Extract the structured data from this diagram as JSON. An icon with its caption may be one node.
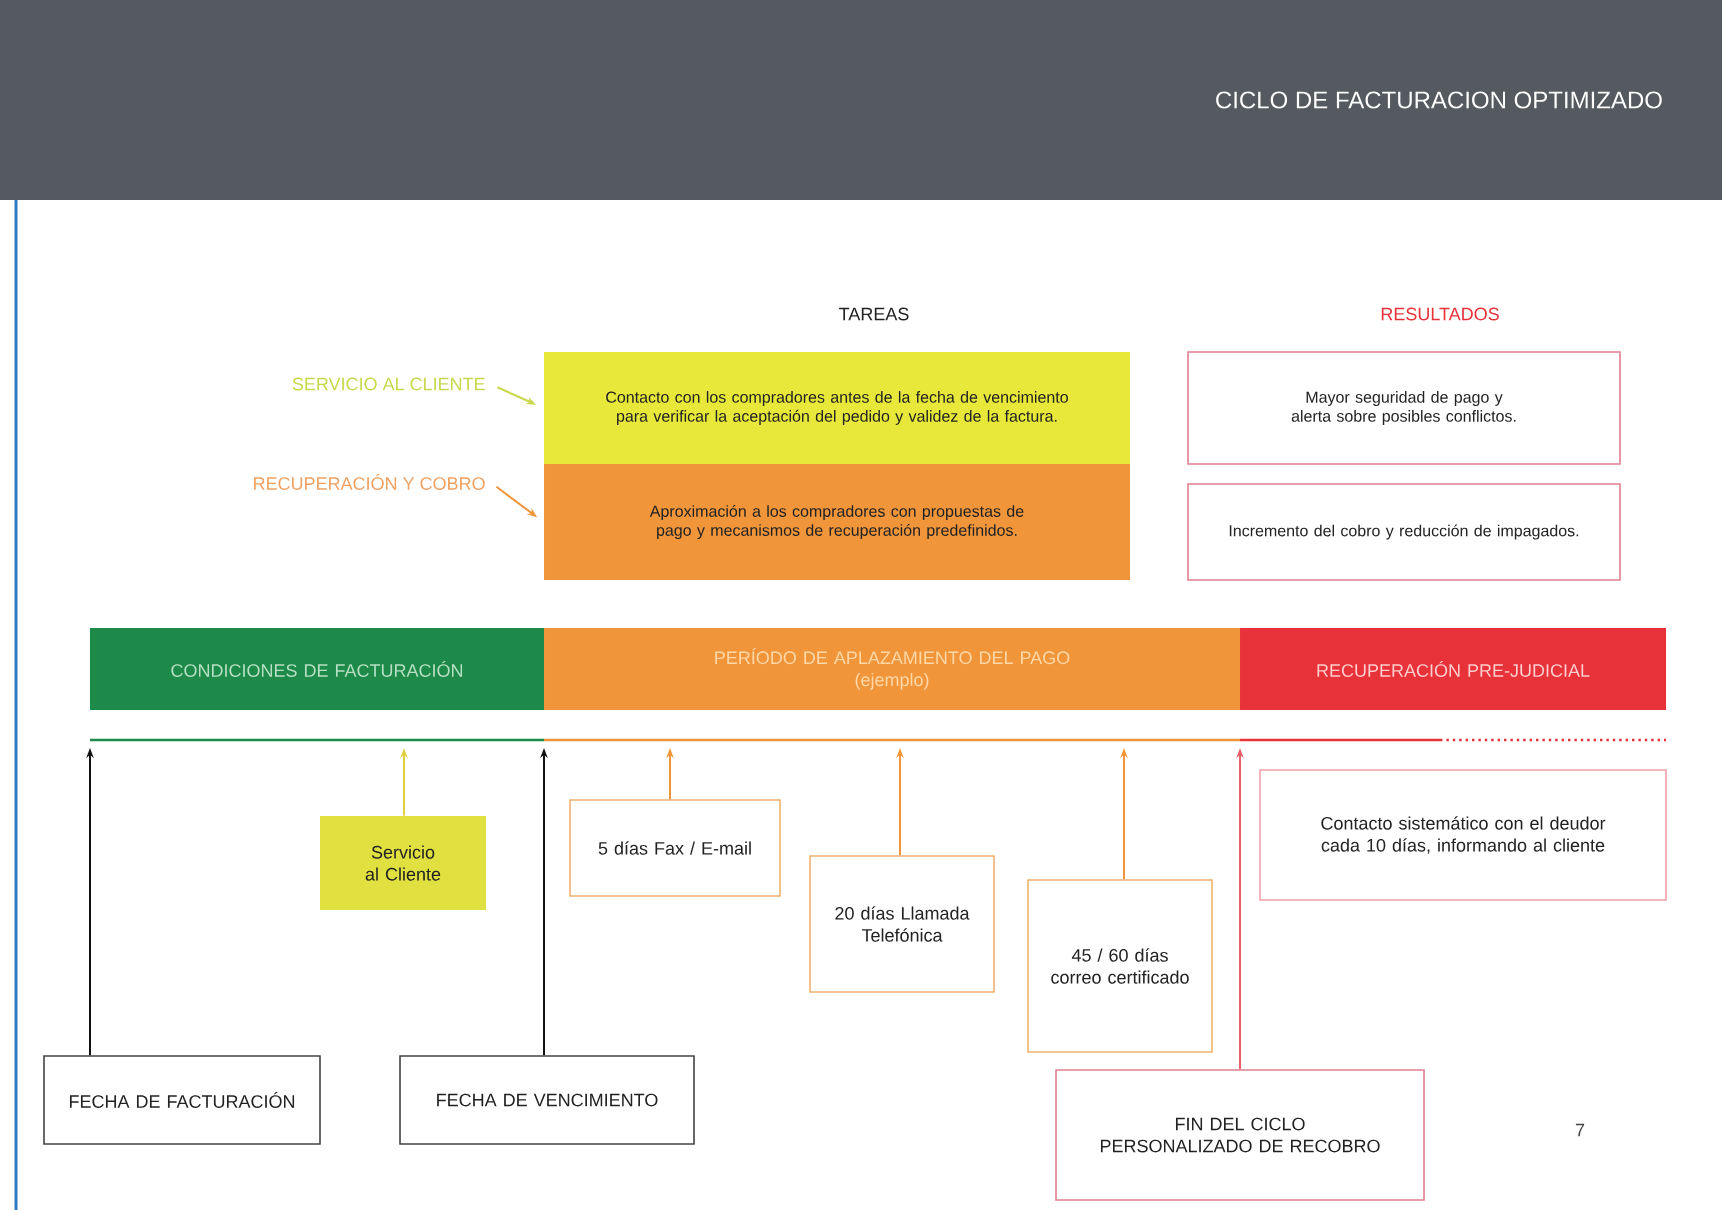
{
  "diagram": {
    "title": "CICLO DE FACTURACION OPTIMIZADO",
    "nodes": [
      {
        "text": [
          "SERVICIO AL CLIENTE"
        ]
      },
      {
        "text": [
          "RECUPERACIÓN Y COBRO"
        ]
      },
      {
        "text": [
          "Contacto con los compradores antes de la fecha de vencimiento para verificar la aceptación del pedido y validez de la factura."
        ]
      },
      {
        "text": [
          "Aproximación a los compradores con propuestas de pago y mecanismos de recuperación predefinidos."
        ]
      },
      {
        "text": [
          "Mayor seguridad de pago y alerta sobre posibles conflictos."
        ]
      },
      {
        "text": [
          "Incremento del cobro y reducción de impagados."
        ]
      },
      {
        "text": [
          "CONDICIONES DE FACTURACIÓN"
        ]
      },
      {
        "text": [
          "PERÍODO DE APLAZAMIENTO DEL PAGO",
          "(ejemplo)"
        ]
      },
      {
        "text": [
          "RECUPERACIÓN PRE-JUDICIAL"
        ]
      },
      {
        "text": [
          "Servicio al Cliente"
        ]
      },
      {
        "text": [
          "5 días Fax / E-mail"
        ]
      },
      {
        "text": [
          "20 días Llamada Telefónica"
        ]
      },
      {
        "text": [
          "45 / 60 días correo certificado"
        ]
      },
      {
        "text": [
          "Contacto sistemático con el deudor cada 10 días, informando al cliente"
        ]
      },
      {
        "text": [
          "FECHA DE FACTURACIÓN"
        ]
      },
      {
        "text": [
          "FECHA DE VENCIMIENTO"
        ]
      },
      {
        "text": [
          "FIN DEL CICLO PERSONALIZADO DE RECOBRO"
        ]
      }
    ],
    "edges": [
      {
        "from": 0,
        "to": 2,
        "arrow": "to",
        "color": "#c8d84a"
      },
      {
        "from": 1,
        "to": 3,
        "arrow": "to"
      },
      {
        "from": 9,
        "to": null,
        "arrow": "to",
        "color": "#e0d040"
      },
      {
        "from": 10,
        "to": null,
        "arrow": "to"
      },
      {
        "from": 11,
        "to": null,
        "arrow": "to"
      },
      {
        "from": 12,
        "to": null,
        "arrow": "to"
      },
      {
        "from": 14,
        "to": null,
        "arrow": "to",
        "color": "#111111"
      },
      {
        "from": 15,
        "to": null,
        "arrow": "to",
        "color": "#111111"
      },
      {
        "from": 16,
        "to": null,
        "arrow": "to",
        "color": "#e8606a"
      }
    ],
    "labels": [
      "TAREAS",
      "RESULTADOS",
      "7"
    ]
  }
}
